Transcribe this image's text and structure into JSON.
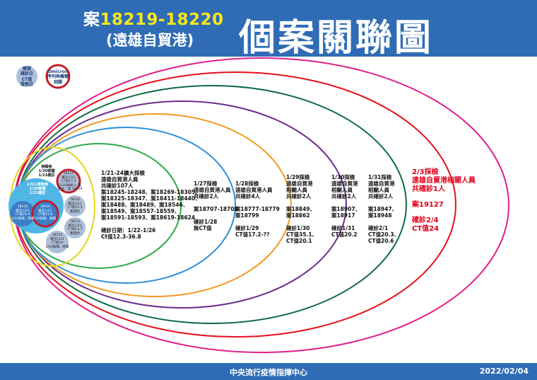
{
  "header": {
    "case_prefix": "案",
    "case_numbers": "18219-18220",
    "subtitle": "(遠雄自貿港)",
    "title": "個案關聯圖"
  },
  "legend": {
    "case_bubble": "案號\n確診日\nCT值\n發病日",
    "omicron_bubble": "Omicron\n序列與機種\n相關"
  },
  "nodes": {
    "cluster_small": "接觸者\n1/20檢體\n1/21確診",
    "case_18221": "18221\n確診1/21\nCT值17.2\n(1/20採檢)+ 陰\n前往：案 18219",
    "cluster_big": "1/9入境帶病\n1/20檢體\n1/21確診",
    "case_18219": "18219\n確診1/21\nCT值25.4\n1/14發燒、咳嗽",
    "case_18220": "18220\n確診1/21\nCT值15.6\n1/6發燒、咳嗽",
    "case_18222": "18222\n確診1/21\nCT值22.3\n無症狀",
    "case_18223": "18223\n確診1/21\nCT值13.7\n無症狀",
    "case_18224": "18224\n確診1/21\nCT值19\n1/20喉嚨、咳嗽"
  },
  "rings": {
    "r1": "1/21-24擴大採檢\n遠雄自貿港人員\n共確診107人\n案18245-18248、案18269-18305、\n案18325-18347、案18411-18440、\n案18488、案18489、案18546、\n案18549、案18557-18559、\n案18591-18593、案18619-18624\n\n確診日期：1/22-1/26\nCt值12.3-36.8",
    "r2": "1/27採檢\n遠雄自貿港人員\n共確診2人\n\n案18707-18708\n\n確診1/28\n無CT值",
    "r3": "1/28採檢\n遠雄自貿港人員\n共確診4人\n\n案18777-18779\n案18799\n\n確診1/29\nCT值17.2-??",
    "r4": "1/29採檢\n遠雄自貿港\n相關人員\n共確診2人\n\n案18849、\n案18862\n\n確診1/30\nCT值35.1、\nCT值20.1",
    "r5": "1/30採檢\n遠雄自貿港\n相關人員\n共確診2人\n\n案18907、\n案18917\n\n確診1/31\nCT值20.2",
    "r6": "1/31採檢\n遠雄自貿港\n相關人員\n共確診2人\n\n案18947、\n案18948\n\n確診2/1\nCT值20.3、\nCT值20.6",
    "r7_head": "2/3採檢\n遠雄自貿港相關人員\n共確診1人",
    "r7_case": "案19127",
    "r7_date": "確診2/4\nCT值24"
  },
  "footer": {
    "center": "中央流行疫情指揮中心",
    "date": "2022/02/04"
  },
  "colors": {
    "header_bg": "#2f6cb5",
    "highlight": "#f6e71b",
    "ring_magenta": "#e01f8a",
    "ring_red": "#e5101c",
    "ring_darkgreen": "#0e6b3f",
    "ring_purple": "#6b2c8e",
    "ring_orange": "#f29a1f",
    "ring_blue": "#2f8fd8",
    "ring_green": "#2fa84a",
    "ring_yellow": "#e6d51a",
    "case_bubble": "#aebfd8",
    "omicron_border": "#c11d2a",
    "core_fill": "#4fb6e6"
  }
}
